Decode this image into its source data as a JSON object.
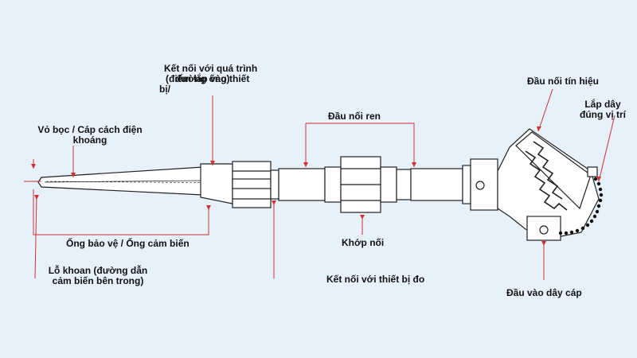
{
  "labels": {
    "sheath": [
      "Vỏ bọc / Cáp cách điện",
      "khoáng"
    ],
    "process_connection": [
      "Kết nối với quá trình",
      "(điểm lắp vào thiết",
      "bị/",
      "đường ống)"
    ],
    "thread": "Đầu nối ren",
    "signal_head": "Đầu nối tín hiệu",
    "positioning_wire": [
      "Lắp dây",
      "đúng vị trí"
    ],
    "protection_tube": "Ống bảo vệ / Ống cảm biến",
    "union": "Khớp nối",
    "bore": [
      "Lỗ khoan (đường dẫn",
      "cảm biến bên trong)"
    ],
    "instrument_connection": "Kết nối với thiết bị đo",
    "cable_entry": "Đầu vào dây cáp"
  },
  "colors": {
    "background": "#e6f1fb",
    "pointer": "#d03030",
    "outline": "#222222",
    "part_fill": "#ffffff",
    "wire_bead": "#111111"
  }
}
